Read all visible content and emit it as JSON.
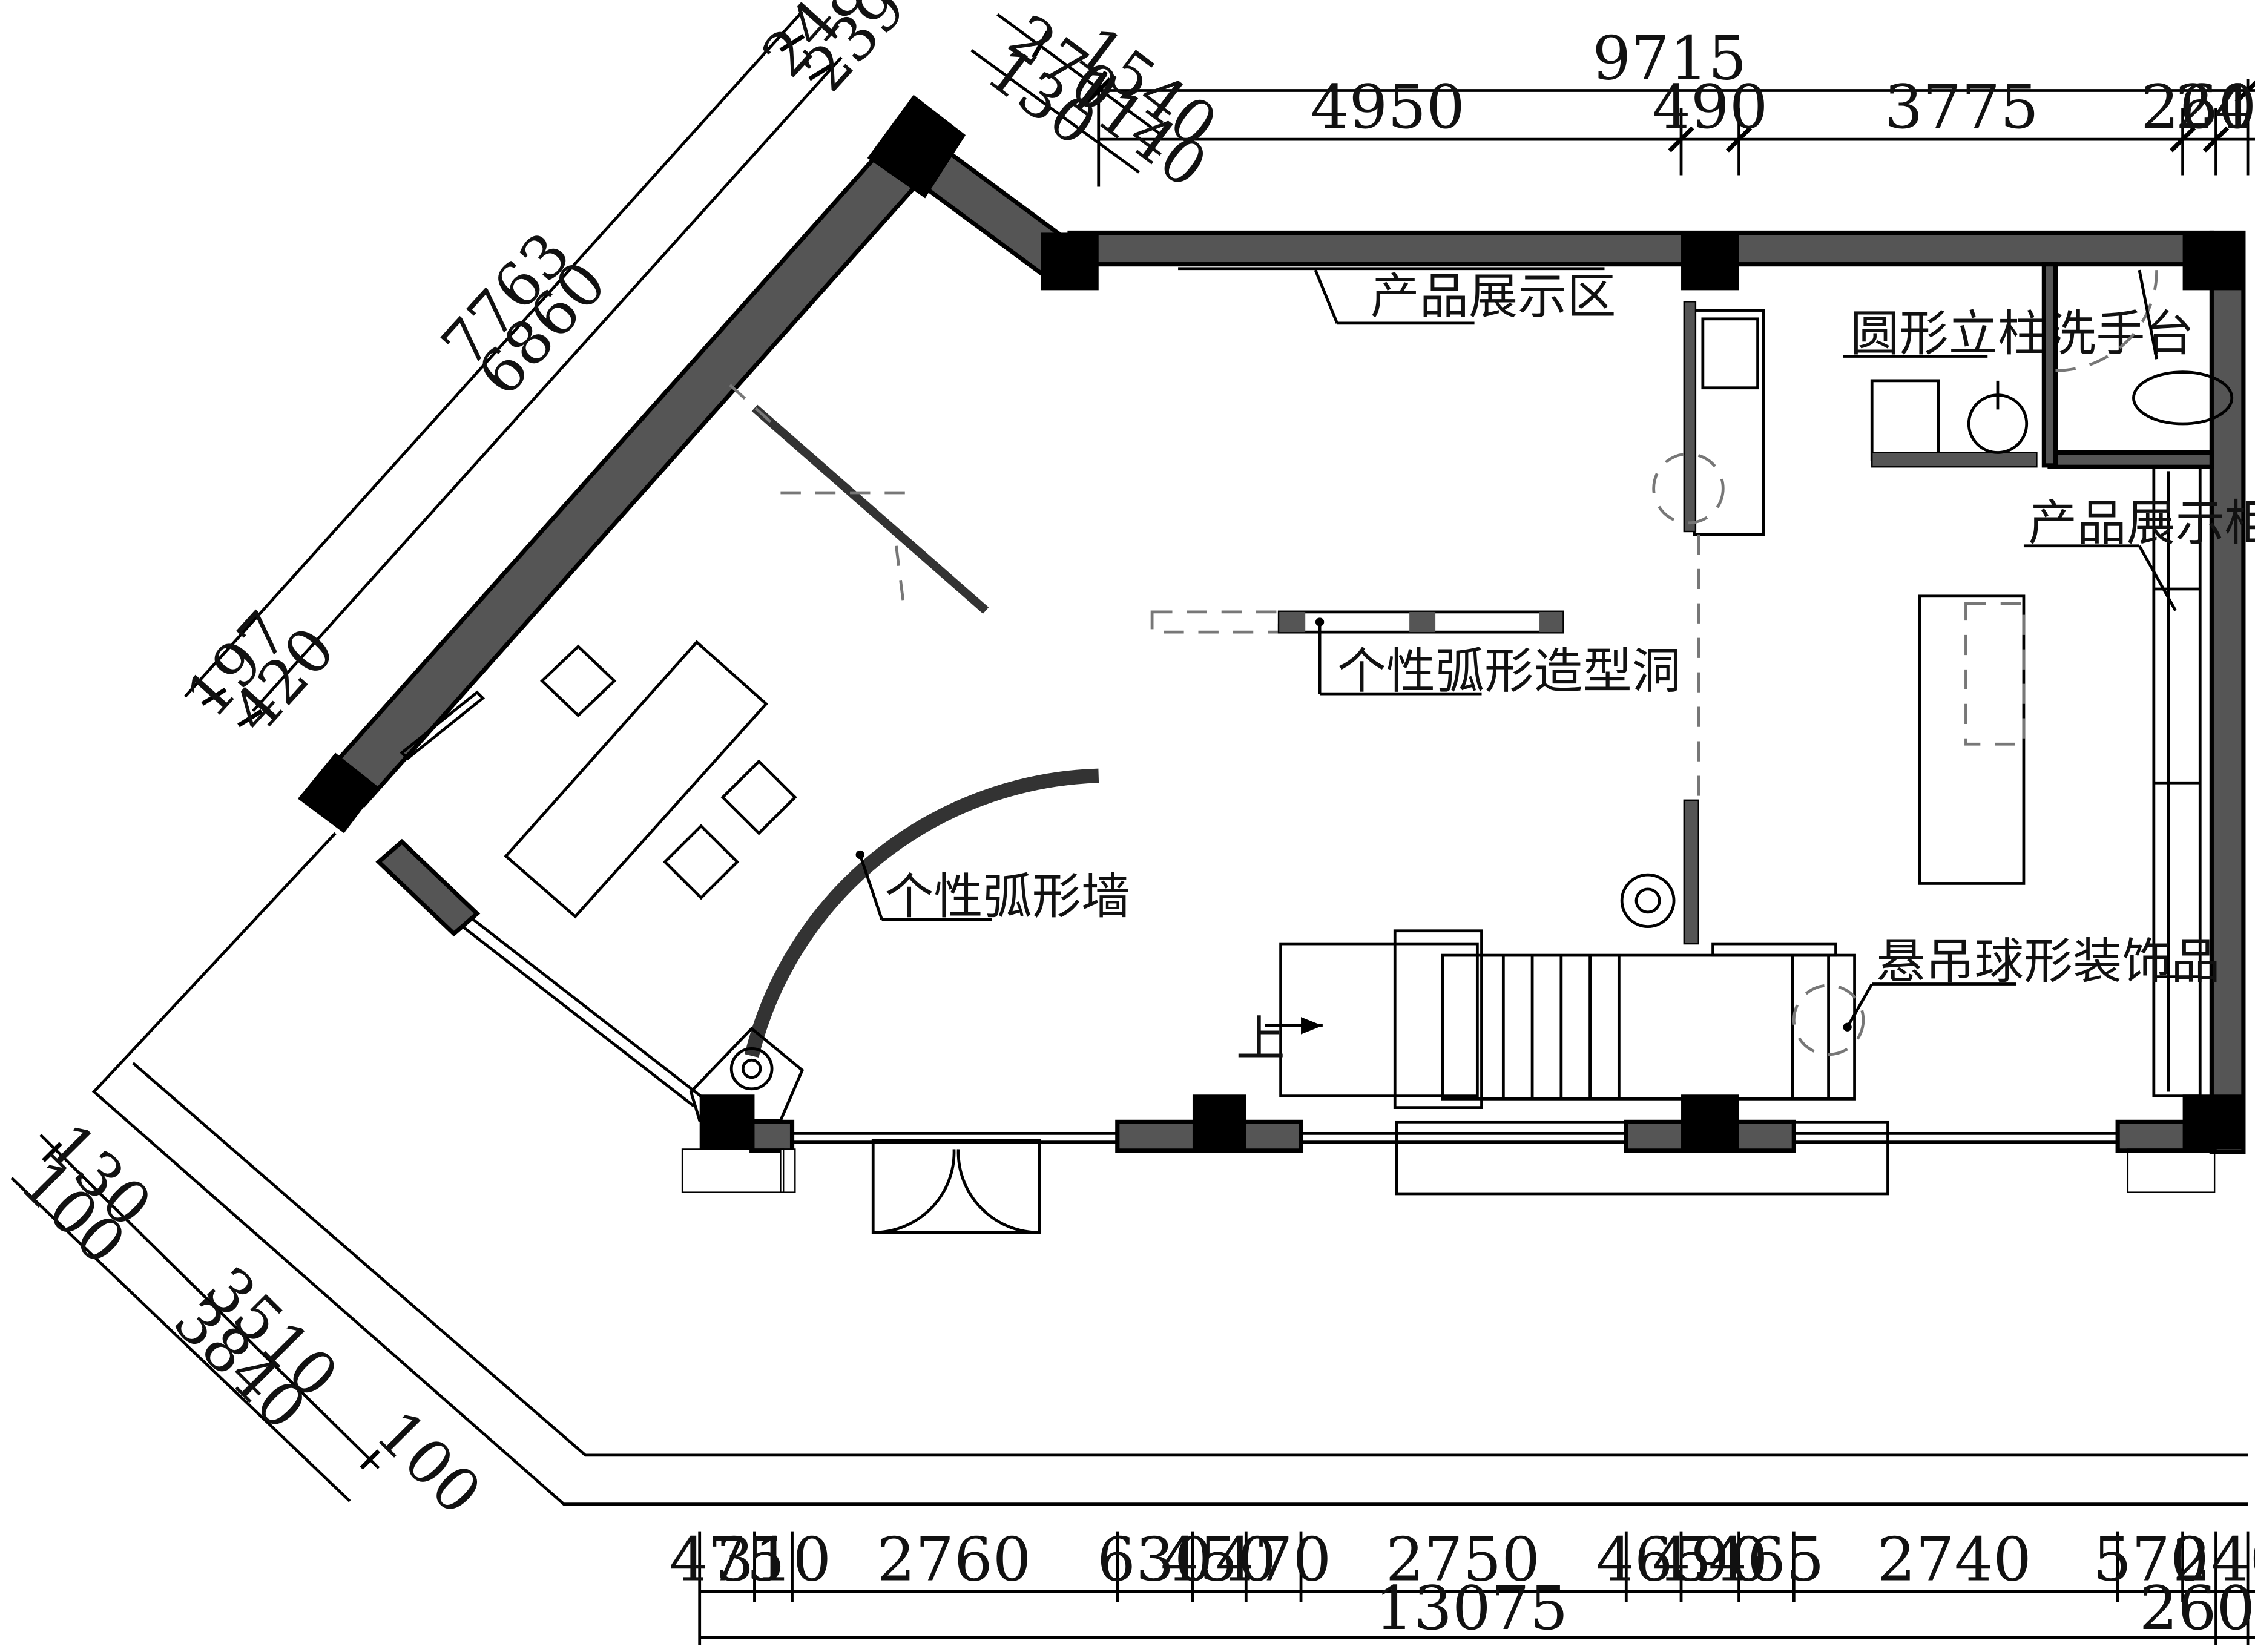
{
  "dimensions": {
    "top_overall": "9715",
    "top_segments": [
      "4950",
      "490",
      "3775",
      "260",
      "240"
    ],
    "top_left_a": "270",
    "top_left_b": "1540",
    "top_left_c": "130",
    "top_left_d": "1140",
    "diag_upper_a": "248",
    "diag_upper_b": "239",
    "diag_overall": "7763",
    "diag_inner": "6860",
    "diag_lower_a": "197",
    "diag_lower_b": "420",
    "diag2_a": "130",
    "diag2_b": "100",
    "diag2_inner": "3510",
    "diag2_overall": "3840",
    "diag2_end": "100",
    "bottom_segments": [
      "475",
      "310",
      "2760",
      "630",
      "450",
      "470",
      "2750",
      "465",
      "490",
      "465",
      "2740",
      "570",
      "240"
    ],
    "bottom_overall": "13075",
    "bottom_right_small": "260"
  },
  "labels": {
    "product_display_area": "产品展示区",
    "round_washbasin": "圆形立柱洗手台",
    "product_display_cabinet": "产品展示柜",
    "arc_opening": "个性弧形造型洞",
    "arc_wall": "个性弧形墙",
    "hanging_ball_decor": "悬吊球形装饰品",
    "stair_up": "上"
  }
}
